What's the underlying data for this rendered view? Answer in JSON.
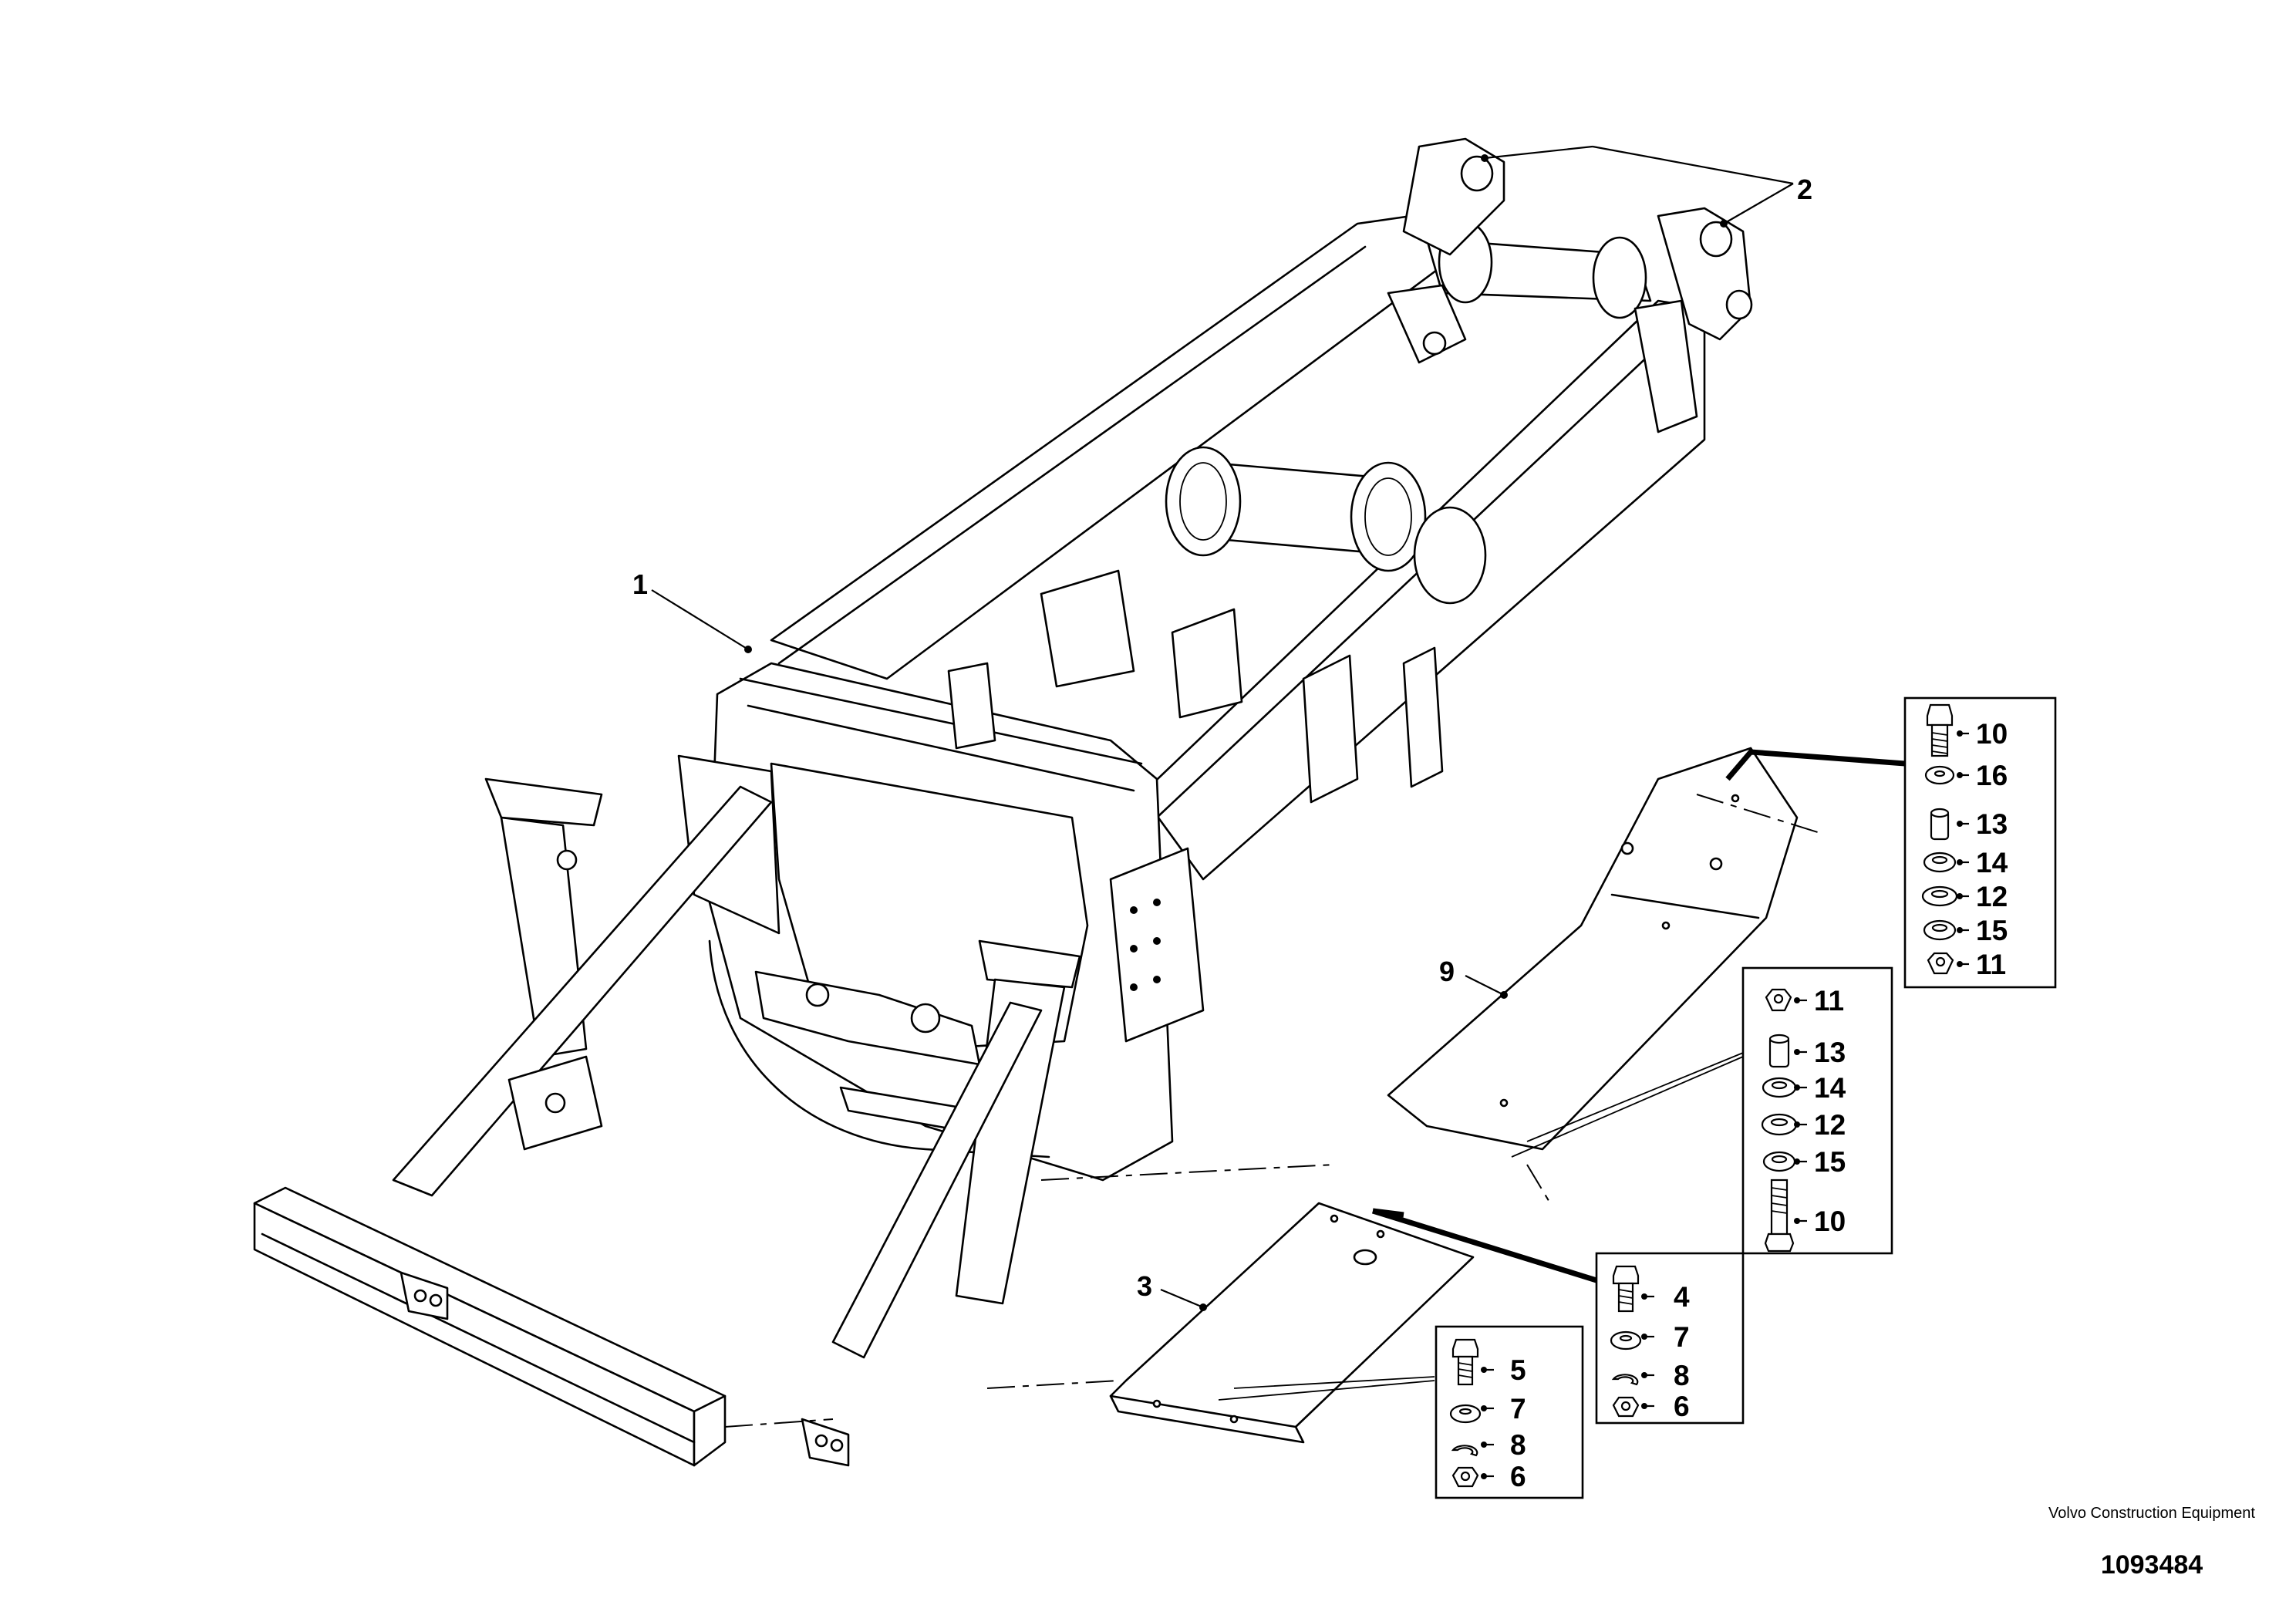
{
  "callouts": {
    "c1": "1",
    "c2": "2",
    "c3": "3",
    "c9": "9"
  },
  "kit_a": {
    "items": [
      "10",
      "16",
      "13",
      "14",
      "12",
      "15",
      "11"
    ]
  },
  "kit_b": {
    "items": [
      "11",
      "13",
      "14",
      "12",
      "15",
      "10"
    ]
  },
  "kit_c": {
    "items": [
      "4",
      "7",
      "8",
      "6"
    ]
  },
  "kit_d": {
    "items": [
      "5",
      "7",
      "8",
      "6"
    ]
  },
  "footer": {
    "publisher": "Volvo Construction Equipment",
    "image_number": "1093484"
  }
}
